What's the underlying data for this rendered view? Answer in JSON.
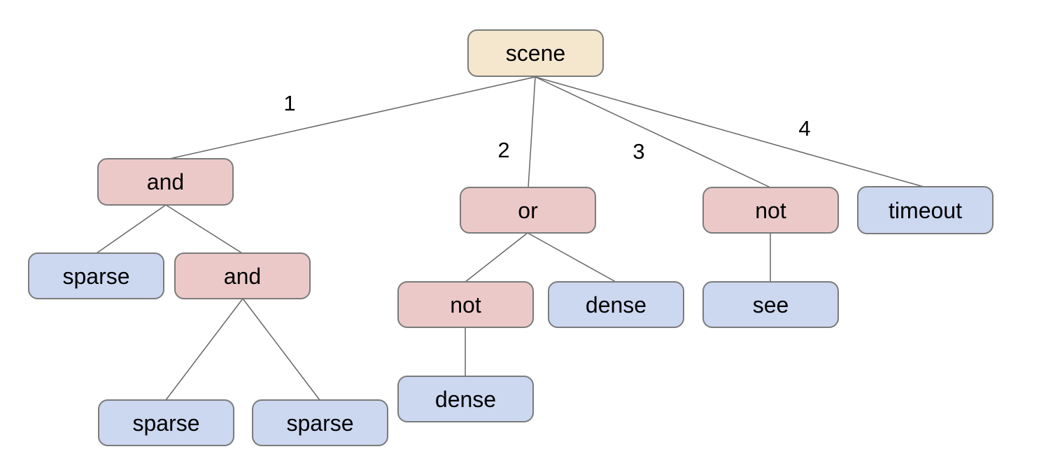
{
  "colors": {
    "root_fill": "#f5e7cd",
    "operator_fill": "#ecc9c9",
    "leaf_fill": "#ccd7f0",
    "border_color": "#7b7b7b",
    "edge_color": "#666666",
    "text_color": "#000000",
    "background": "#ffffff"
  },
  "tree": {
    "label": "scene",
    "type": "root",
    "children": [
      {
        "edge_label": "1",
        "label": "and",
        "type": "operator",
        "children": [
          {
            "label": "sparse",
            "type": "leaf",
            "children": []
          },
          {
            "label": "and",
            "type": "operator",
            "children": [
              {
                "label": "sparse",
                "type": "leaf",
                "children": []
              },
              {
                "label": "sparse",
                "type": "leaf",
                "children": []
              }
            ]
          }
        ]
      },
      {
        "edge_label": "2",
        "label": "or",
        "type": "operator",
        "children": [
          {
            "label": "not",
            "type": "operator",
            "children": [
              {
                "label": "dense",
                "type": "leaf",
                "children": []
              }
            ]
          },
          {
            "label": "dense",
            "type": "leaf",
            "children": []
          }
        ]
      },
      {
        "edge_label": "3",
        "label": "not",
        "type": "operator",
        "children": [
          {
            "label": "see",
            "type": "leaf",
            "children": []
          }
        ]
      },
      {
        "edge_label": "4",
        "label": "timeout",
        "type": "leaf",
        "children": []
      }
    ]
  }
}
